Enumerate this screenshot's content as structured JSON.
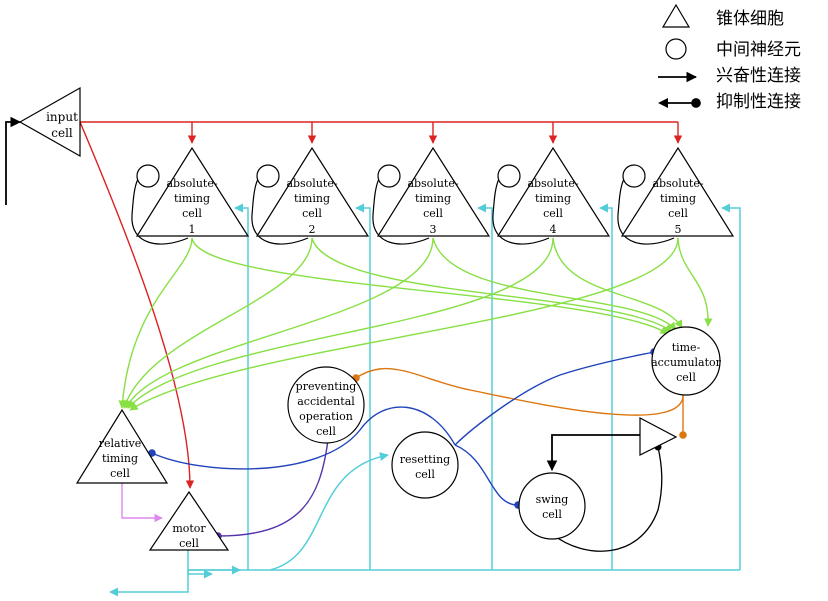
{
  "legend": {
    "pyramidal": "锥体细胞",
    "interneuron": "中间神经元",
    "excitatory": "兴奋性连接",
    "inhibitory": "抑制性连接"
  },
  "cells": {
    "input": [
      "input",
      "cell"
    ],
    "timing": [
      [
        "absolute-",
        "timing",
        "cell",
        "1"
      ],
      [
        "absolute-",
        "timing",
        "cell",
        "2"
      ],
      [
        "absolute-",
        "timing",
        "cell",
        "3"
      ],
      [
        "absolute-",
        "timing",
        "cell",
        "4"
      ],
      [
        "absolute-",
        "timing",
        "cell",
        "5"
      ]
    ],
    "time_accumulator": [
      "time-",
      "accumulator",
      "cell"
    ],
    "preventing": [
      "preventing",
      "accidental",
      "operation",
      "cell"
    ],
    "relative": [
      "relative",
      "timing",
      "cell"
    ],
    "resetting": [
      "resetting",
      "cell"
    ],
    "swing": [
      "swing",
      "cell"
    ],
    "motor": [
      "motor",
      "cell"
    ]
  },
  "colors": {
    "input": "#dd2222",
    "green": "#88e044",
    "cyan": "#55cdd8",
    "blue": "#2244bb",
    "orange": "#dd7711",
    "purple": "#5533aa",
    "pink": "#dd88ee",
    "black": "#000000"
  }
}
